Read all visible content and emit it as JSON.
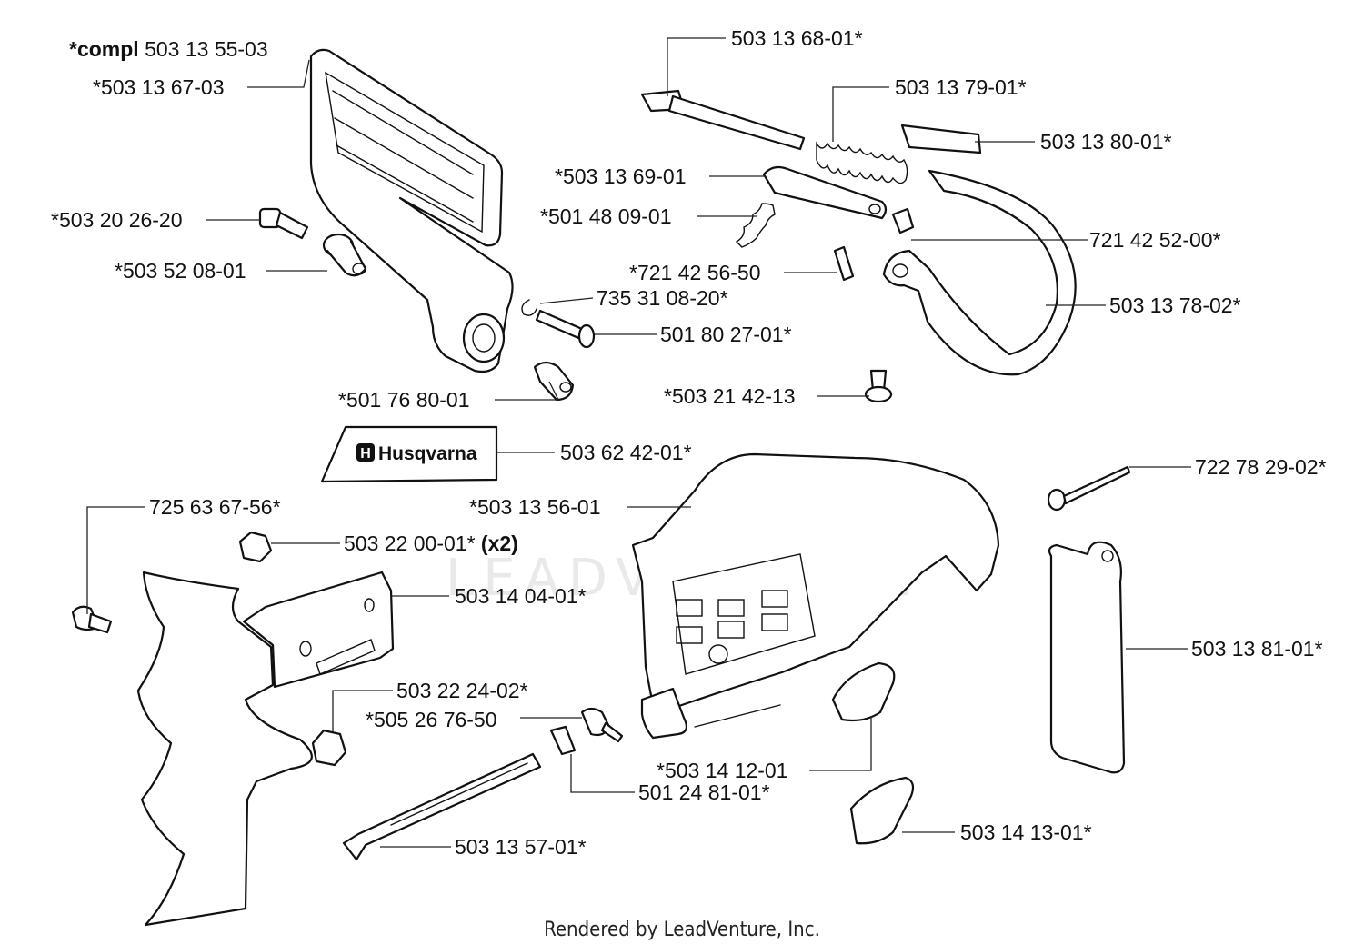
{
  "diagram": {
    "logo_text": "Husqvarna",
    "watermark_text": "LEADVENTURE",
    "footer": "Rendered by LeadVenture, Inc.",
    "parts": [
      {
        "id": "p01",
        "label": "*compl 503 13 55-03",
        "bold_prefix": "*compl"
      },
      {
        "id": "p02",
        "label": "*503 13 67-03"
      },
      {
        "id": "p03",
        "label": "*503 20 26-20"
      },
      {
        "id": "p04",
        "label": "*503 52 08-01"
      },
      {
        "id": "p05",
        "label": "735 31 08-20*"
      },
      {
        "id": "p06",
        "label": "501 80 27-01*"
      },
      {
        "id": "p07",
        "label": "*501 76 80-01"
      },
      {
        "id": "p08",
        "label": "503 13 68-01*"
      },
      {
        "id": "p09",
        "label": "503 13 79-01*"
      },
      {
        "id": "p10",
        "label": "503 13 80-01*"
      },
      {
        "id": "p11",
        "label": "*503 13 69-01"
      },
      {
        "id": "p12",
        "label": "*501 48 09-01"
      },
      {
        "id": "p13",
        "label": "721 42 52-00*"
      },
      {
        "id": "p14",
        "label": "*721 42 56-50"
      },
      {
        "id": "p15",
        "label": "503 13 78-02*"
      },
      {
        "id": "p16",
        "label": "*503 21 42-13"
      },
      {
        "id": "p17",
        "label": "503 62 42-01*"
      },
      {
        "id": "p18",
        "label": "*503 13 56-01"
      },
      {
        "id": "p19",
        "label": "722 78 29-02*"
      },
      {
        "id": "p20",
        "label": "725 63 67-56*"
      },
      {
        "id": "p21",
        "label": "503 22 00-01* (x2)",
        "bold_suffix": "(x2)"
      },
      {
        "id": "p22",
        "label": "503 14 04-01*"
      },
      {
        "id": "p23",
        "label": "503 13 81-01*"
      },
      {
        "id": "p24",
        "label": "503 22 24-02*"
      },
      {
        "id": "p25",
        "label": "*505 26 76-50"
      },
      {
        "id": "p26",
        "label": "*503 14 12-01"
      },
      {
        "id": "p27",
        "label": "501 24 81-01*"
      },
      {
        "id": "p28",
        "label": "503 14 13-01*"
      },
      {
        "id": "p29",
        "label": "503 13 57-01*"
      }
    ]
  }
}
